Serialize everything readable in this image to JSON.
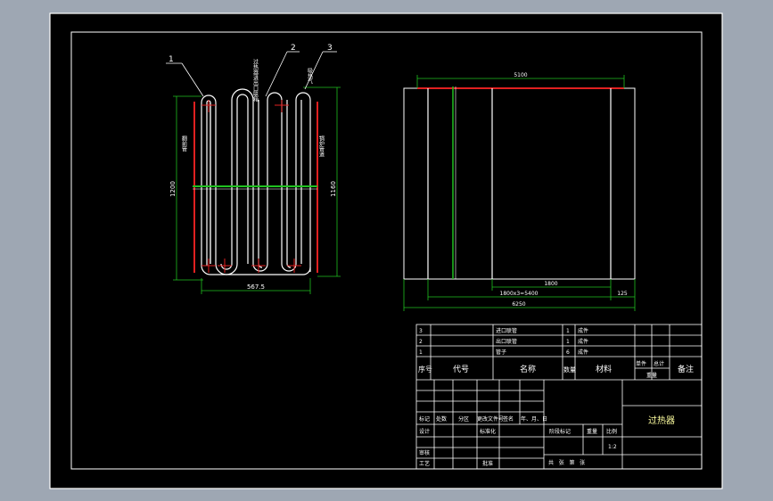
{
  "canvas": {
    "background": "#9ea7b3",
    "paper": "#000000",
    "line": "#ffffff",
    "accent_red": "#e02020",
    "accent_green": "#20c020",
    "text_yellow": "#ffffa0"
  },
  "left_view": {
    "callouts": [
      "1",
      "2",
      "3"
    ],
    "vertical_notes": [
      "过热器进出口联箱",
      "吸热气",
      "翻前管",
      "锅炉管道"
    ],
    "dim_height_left": "1200",
    "dim_height_right": "1160",
    "dim_width": "567.5"
  },
  "right_view": {
    "dim_top": "5100",
    "dim_inner": "1800",
    "dim_pitch": "1800x3=5400",
    "dim_end": "125",
    "dim_total": "6250"
  },
  "parts_list": {
    "rows": [
      {
        "no": "3",
        "code": "",
        "name": "进口联管",
        "qty": "1",
        "material": "成件"
      },
      {
        "no": "2",
        "code": "",
        "name": "出口联管",
        "qty": "1",
        "material": "成件"
      },
      {
        "no": "1",
        "code": "",
        "name": "管子",
        "qty": "6",
        "material": "成件"
      }
    ],
    "header": {
      "no": "序号",
      "code": "代号",
      "name": "名称",
      "qty": "数量",
      "material": "材料",
      "single": "单件",
      "total": "总计",
      "weight": "重量",
      "remark": "备注"
    }
  },
  "title_block": {
    "drawing_name": "过热器",
    "labels": {
      "mark": "标记",
      "count": "处数",
      "zone": "分区",
      "change_doc": "更改文件号",
      "signature": "签名",
      "date": "年、月、日",
      "design": "设计",
      "standardize": "标准化",
      "stage_mark": "阶段标记",
      "weight": "重量",
      "scale": "比例",
      "review": "审核",
      "process": "工艺",
      "approve": "批准",
      "sheets": "共   张   第   张"
    },
    "scale_value": "1:2"
  }
}
